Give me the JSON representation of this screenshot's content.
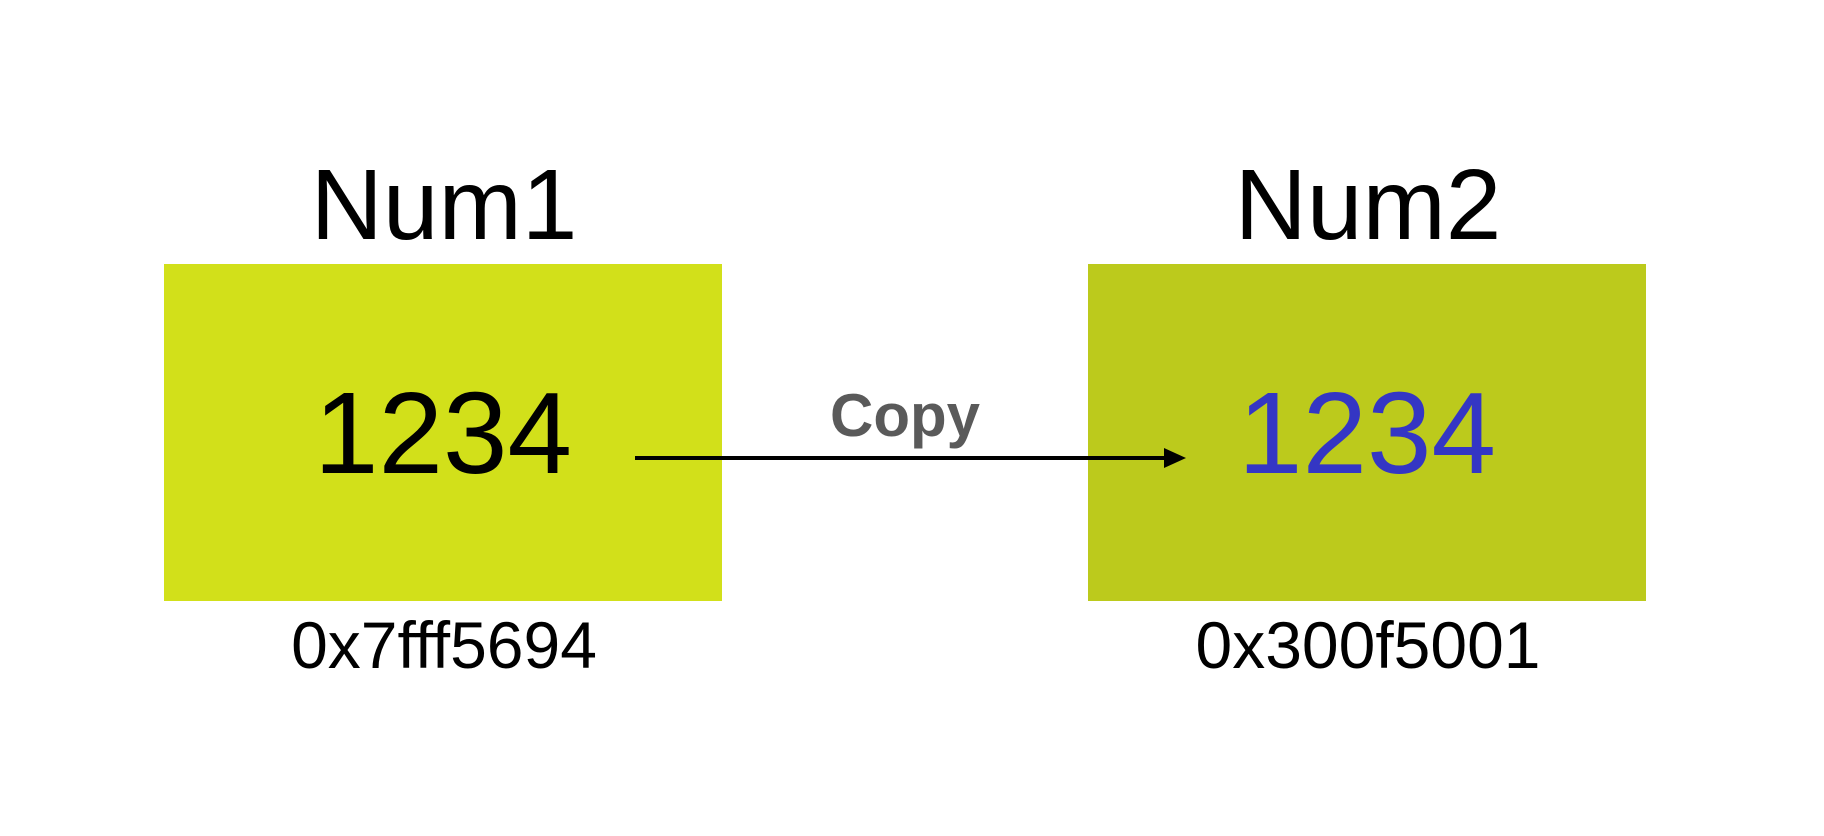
{
  "variables": [
    {
      "name": "Num1",
      "value": "1234",
      "address": "0x7fff5694",
      "box_color": "#d2e01a",
      "value_color": "#000000"
    },
    {
      "name": "Num2",
      "value": "1234",
      "address": "0x300f5001",
      "box_color": "#bcca1c",
      "value_color": "#3436c4"
    }
  ],
  "arrow": {
    "label": "Copy",
    "label_color": "#5a5a5a",
    "line_color": "#000000"
  }
}
